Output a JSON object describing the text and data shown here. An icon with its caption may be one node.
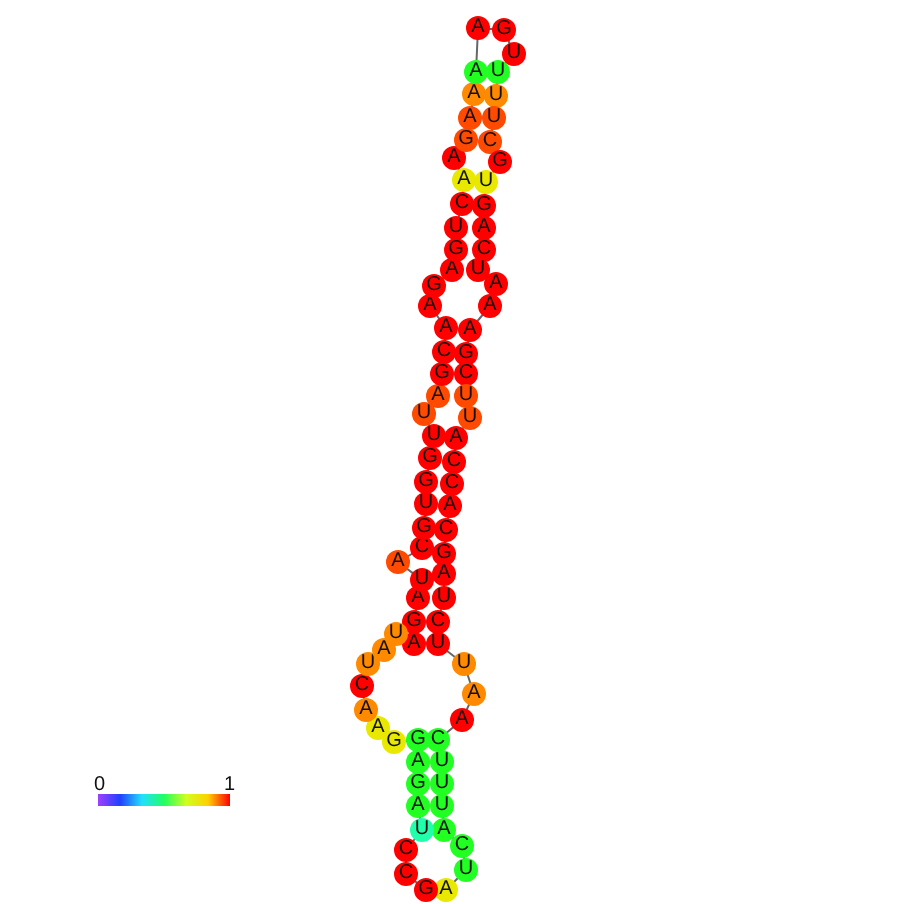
{
  "diagram": {
    "labels": [
      "A",
      "G",
      "A",
      "U",
      "A",
      "C",
      "G",
      "U",
      "G",
      "G",
      "U",
      "U",
      "A",
      "G",
      "C",
      "A",
      "A",
      "G",
      "A",
      "G",
      "U",
      "C",
      "A",
      "A",
      "G",
      "A",
      "A",
      "A",
      "A",
      "G",
      "U",
      "U",
      "U",
      "U",
      "C",
      "G",
      "U",
      "G",
      "A",
      "C",
      "U",
      "A",
      "A",
      "A",
      "G",
      "C",
      "U",
      "U",
      "A",
      "C",
      "C",
      "A",
      "C",
      "G",
      "A",
      "U",
      "C",
      "U",
      "U",
      "A",
      "A",
      "C",
      "U",
      "U",
      "U",
      "A",
      "C",
      "U",
      "A",
      "G",
      "C",
      "C",
      "U",
      "A",
      "G",
      "A",
      "G",
      "G",
      "A",
      "A",
      "C",
      "U",
      "A",
      "U",
      "0",
      "1"
    ]
  }
}
